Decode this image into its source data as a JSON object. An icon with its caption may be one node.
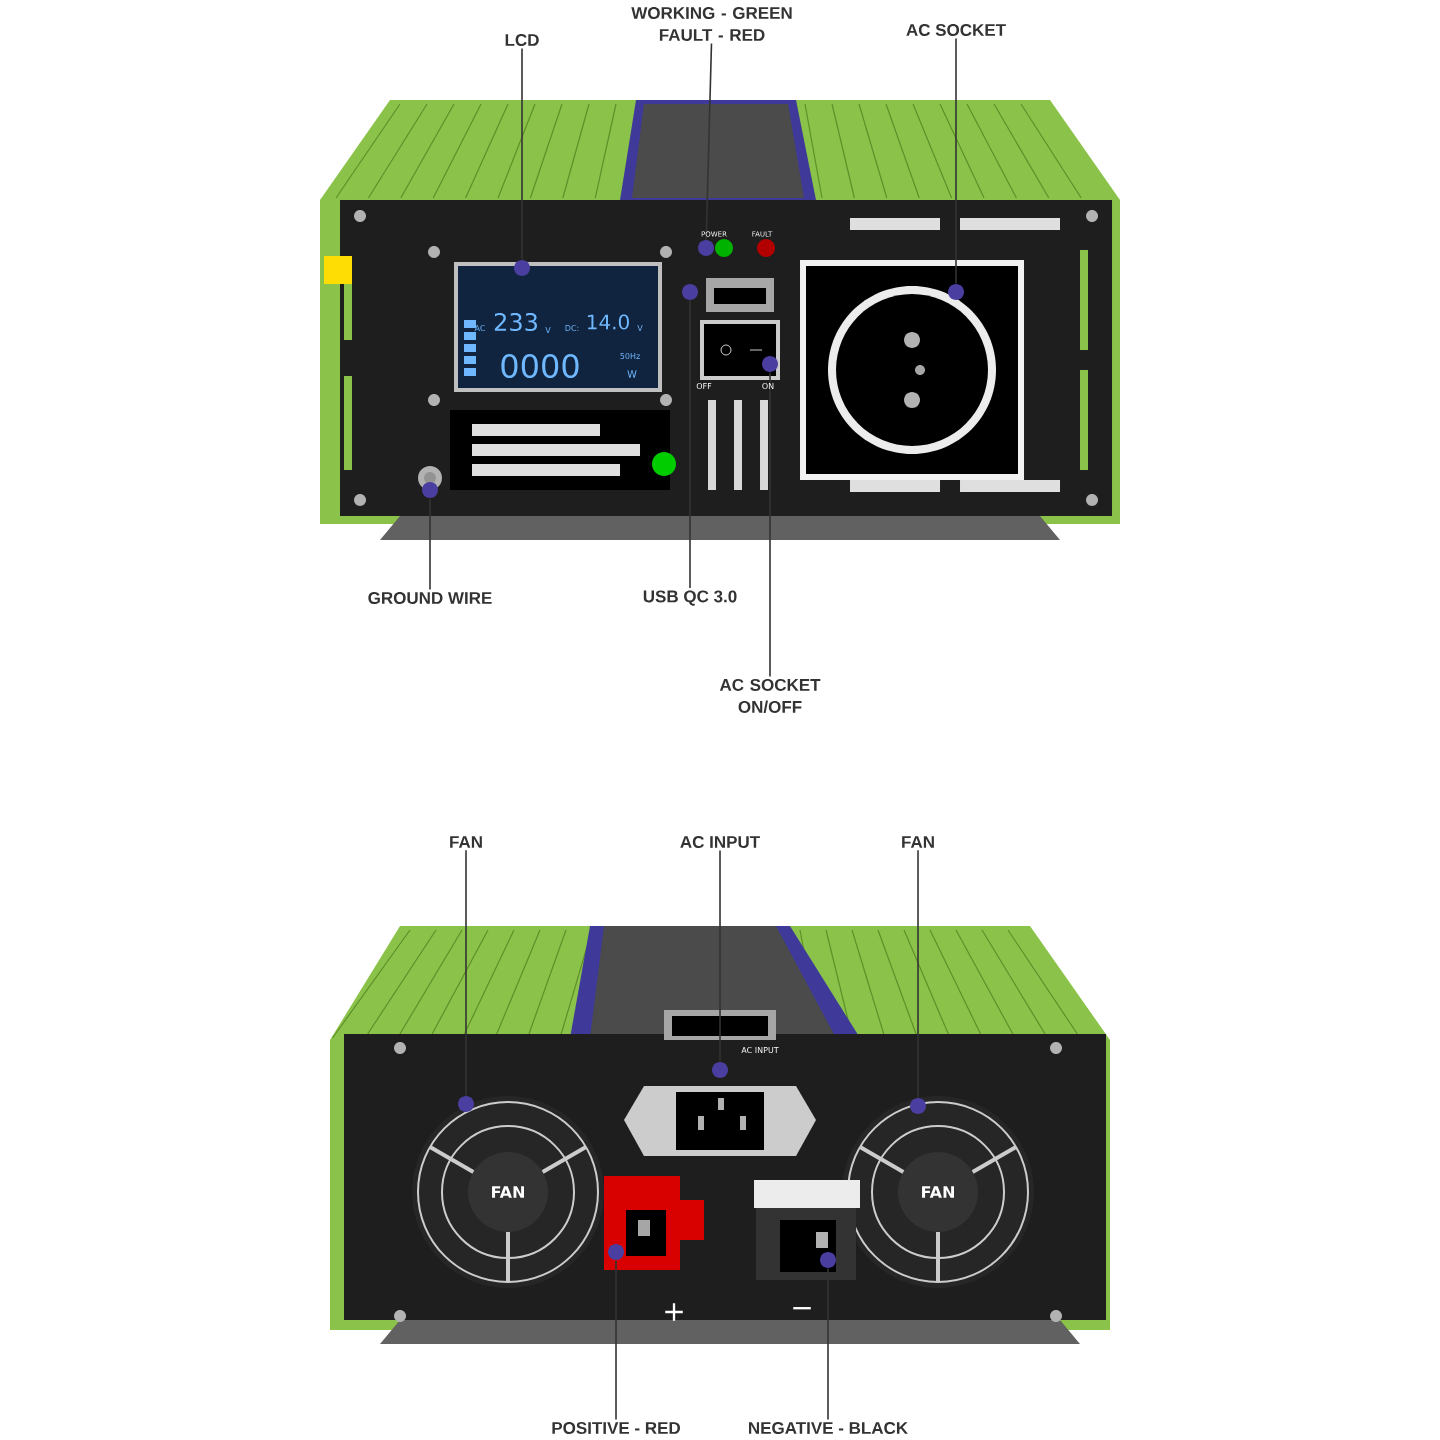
{
  "diagram": {
    "nodes": [
      {
        "text": [
          "LCD"
        ]
      },
      {
        "text": [
          "WORKING - GREEN FAULT - RED"
        ]
      },
      {
        "text": [
          "AC SOCKET"
        ]
      },
      {
        "text": [
          "GROUND WIRE"
        ]
      },
      {
        "text": [
          "USB QC 3.0"
        ]
      },
      {
        "text": [
          "AC SOCKET ON/OFF"
        ]
      },
      {
        "text": [
          "FAN"
        ]
      },
      {
        "text": [
          "AC INPUT"
        ]
      },
      {
        "text": [
          "FAN"
        ]
      },
      {
        "text": [
          "POSITIVE - RED"
        ]
      },
      {
        "text": [
          "NEGATIVE - BLACK"
        ]
      },
      {
        "text": [],
        "shape": "circle"
      },
      {
        "text": [],
        "shape": "circle"
      },
      {
        "text": [],
        "shape": "circle"
      },
      {
        "text": [],
        "shape": "circle"
      },
      {
        "text": [],
        "shape": "circle"
      },
      {
        "text": [],
        "shape": "circle"
      },
      {
        "text": [],
        "shape": "circle"
      },
      {
        "text": [],
        "shape": "circle"
      },
      {
        "text": [],
        "shape": "circle"
      },
      {
        "text": [],
        "shape": "circle"
      },
      {
        "text": [],
        "shape": "circle"
      }
    ],
    "edges": [
      {
        "from": 0,
        "to": 11,
        "arrow": "none"
      },
      {
        "from": 1,
        "to": 12,
        "arrow": "none"
      },
      {
        "from": 2,
        "to": 13,
        "arrow": "none"
      },
      {
        "from": 3,
        "to": 14,
        "arrow": "none"
      },
      {
        "from": 4,
        "to": 15,
        "arrow": "none"
      },
      {
        "from": 5,
        "to": 16,
        "arrow": "none"
      },
      {
        "from": 6,
        "to": 17,
        "arrow": "none"
      },
      {
        "from": 7,
        "to": 18,
        "arrow": "none"
      },
      {
        "from": 8,
        "to": 19,
        "arrow": "none"
      },
      {
        "from": 9,
        "to": 20,
        "arrow": "none"
      },
      {
        "from": 10,
        "to": 21,
        "arrow": "none"
      }
    ],
    "labels": [
      "POWER",
      "FAULT",
      "AC",
      "233",
      "V",
      "DC:",
      "14.0",
      "V",
      "0000",
      "50Hz",
      "W",
      "OFF",
      "ON",
      "AC INPUT",
      "FAN",
      "FAN",
      "+",
      "−"
    ]
  }
}
